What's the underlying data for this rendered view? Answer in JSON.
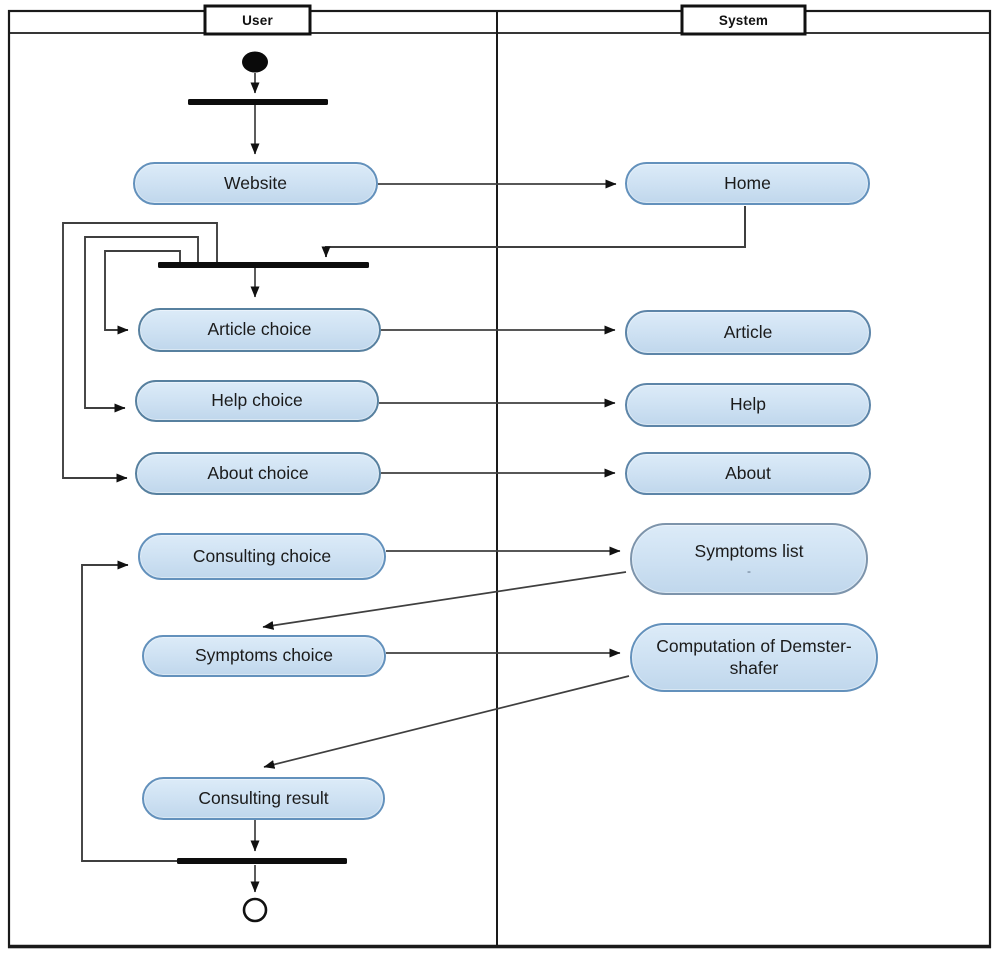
{
  "header": {
    "lanes": [
      {
        "label": "User"
      },
      {
        "label": "System"
      }
    ]
  },
  "nodes": {
    "website": {
      "label": "Website"
    },
    "home": {
      "label": "Home"
    },
    "article_choice": {
      "label": "Article choice"
    },
    "article": {
      "label": "Article"
    },
    "help_choice": {
      "label": "Help choice"
    },
    "help": {
      "label": "Help"
    },
    "about_choice": {
      "label": "About choice"
    },
    "about": {
      "label": "About"
    },
    "consulting_choice": {
      "label": "Consulting choice"
    },
    "symptoms_list": {
      "label": "Symptoms list",
      "sublabel": "-"
    },
    "symptoms_choice": {
      "label": "Symptoms choice"
    },
    "computation": {
      "label": "Computation of Demster-shafer"
    },
    "consulting_result": {
      "label": "Consulting result"
    }
  },
  "colors": {
    "activity_fill": "#cfe2f3",
    "activity_border": "#6391bc",
    "line": "#3f3f3f",
    "bar": "#0d0d0d"
  }
}
